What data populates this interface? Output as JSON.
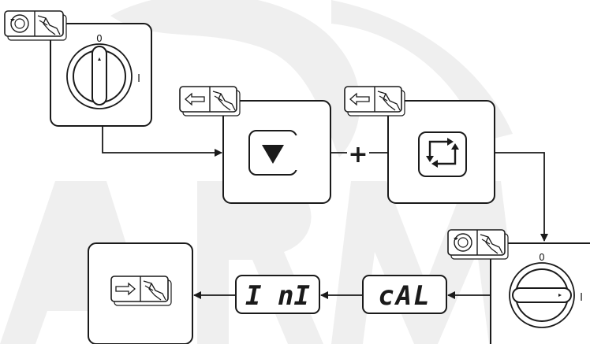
{
  "switch_top": {
    "off_mark": "0",
    "on_mark": "I"
  },
  "switch_bottom": {
    "off_mark": "0",
    "on_mark": "I"
  },
  "plus_sign": "+",
  "display_ini": "I nI",
  "display_cal": "cAL",
  "watermark": "ARM",
  "icons": {
    "rotate_hand": "rotate-switch-hand-icon",
    "press_hand": "press-button-hand-icon",
    "arrow_left": "arrow-left-icon",
    "arrow_right": "arrow-right-icon",
    "triangle_down": "triangle-down-icon",
    "cycle": "cycle-arrows-icon"
  },
  "colors": {
    "stroke": "#1a1a1a",
    "watermark": "#efefef",
    "background": "#ffffff"
  }
}
